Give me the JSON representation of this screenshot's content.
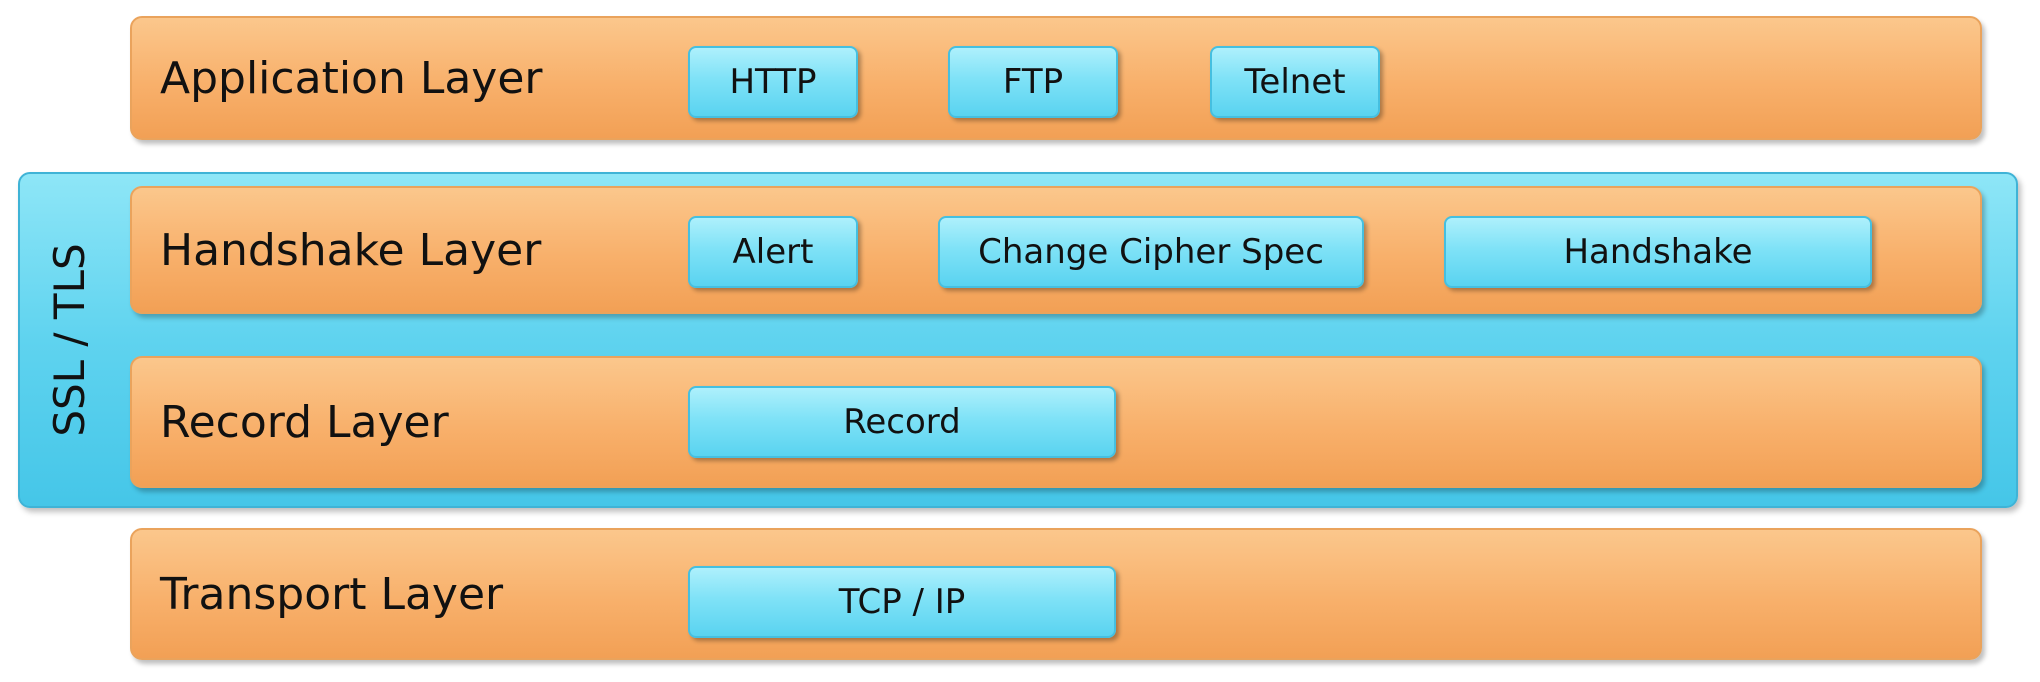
{
  "group": {
    "label": "SSL / TLS"
  },
  "layers": [
    {
      "title": "Application Layer",
      "protocols": [
        "HTTP",
        "FTP",
        "Telnet"
      ]
    },
    {
      "title": "Handshake Layer",
      "protocols": [
        "Alert",
        "Change Cipher Spec",
        "Handshake"
      ]
    },
    {
      "title": "Record Layer",
      "protocols": [
        "Record"
      ]
    },
    {
      "title": "Transport Layer",
      "protocols": [
        "TCP / IP"
      ]
    }
  ],
  "colors": {
    "layer_fill": "#f8b06b",
    "protocol_fill": "#7fe2f7",
    "group_fill": "#5fd3ef"
  }
}
